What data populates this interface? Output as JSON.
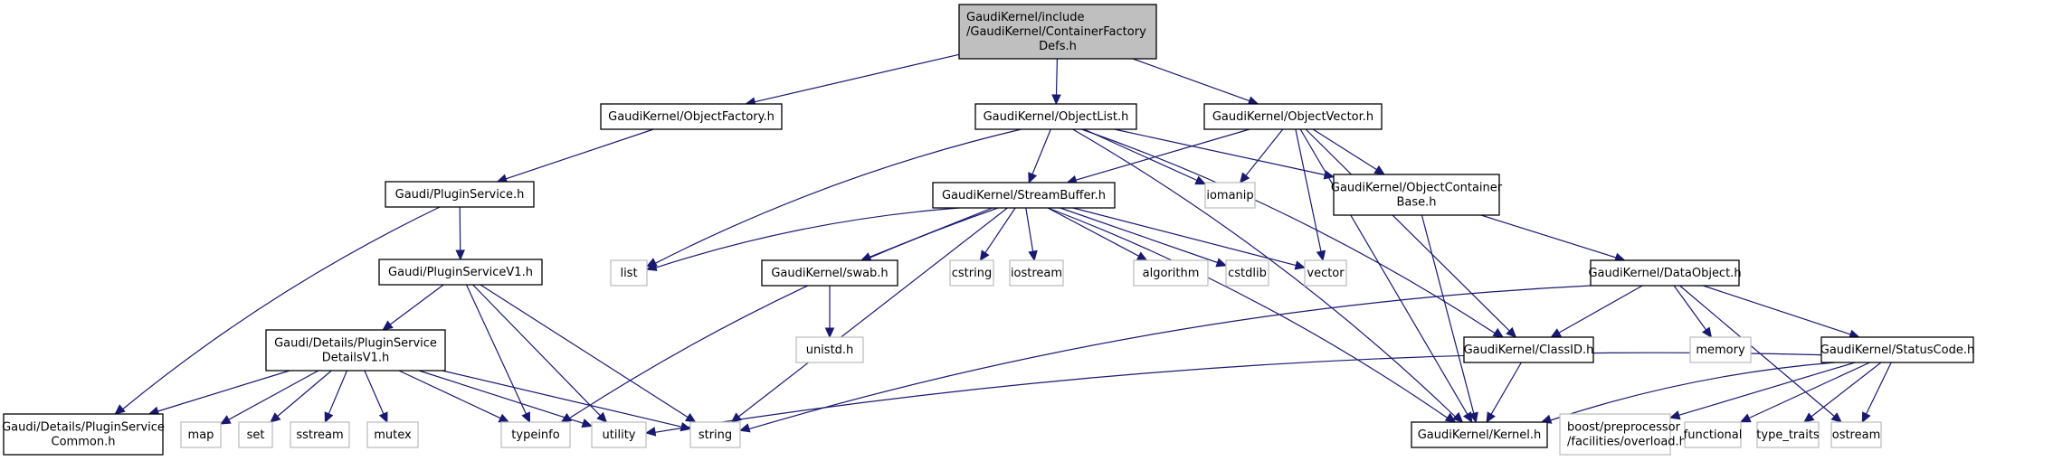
{
  "diagram": {
    "type": "include-dependency-graph",
    "root": "root",
    "nodes": [
      {
        "id": "root",
        "lines": [
          "GaudiKernel/include",
          "/GaudiKernel/ContainerFactory",
          "Defs.h"
        ],
        "kind": "root"
      },
      {
        "id": "objfactory",
        "lines": [
          "GaudiKernel/ObjectFactory.h"
        ],
        "kind": "local"
      },
      {
        "id": "objlist",
        "lines": [
          "GaudiKernel/ObjectList.h"
        ],
        "kind": "local"
      },
      {
        "id": "objvector",
        "lines": [
          "GaudiKernel/ObjectVector.h"
        ],
        "kind": "local"
      },
      {
        "id": "pluginservice",
        "lines": [
          "Gaudi/PluginService.h"
        ],
        "kind": "local"
      },
      {
        "id": "streambuffer",
        "lines": [
          "GaudiKernel/StreamBuffer.h"
        ],
        "kind": "local"
      },
      {
        "id": "iomanip",
        "lines": [
          "iomanip"
        ],
        "kind": "external"
      },
      {
        "id": "objcontainerbase",
        "lines": [
          "GaudiKernel/ObjectContainer",
          "Base.h"
        ],
        "kind": "local"
      },
      {
        "id": "pluginservicev1",
        "lines": [
          "Gaudi/PluginServiceV1.h"
        ],
        "kind": "local"
      },
      {
        "id": "list",
        "lines": [
          "list"
        ],
        "kind": "external"
      },
      {
        "id": "swab",
        "lines": [
          "GaudiKernel/swab.h"
        ],
        "kind": "local"
      },
      {
        "id": "cstring",
        "lines": [
          "cstring"
        ],
        "kind": "external"
      },
      {
        "id": "iostream",
        "lines": [
          "iostream"
        ],
        "kind": "external"
      },
      {
        "id": "algorithm",
        "lines": [
          "algorithm"
        ],
        "kind": "external"
      },
      {
        "id": "cstdlib",
        "lines": [
          "cstdlib"
        ],
        "kind": "external"
      },
      {
        "id": "vector",
        "lines": [
          "vector"
        ],
        "kind": "external"
      },
      {
        "id": "dataobject",
        "lines": [
          "GaudiKernel/DataObject.h"
        ],
        "kind": "local"
      },
      {
        "id": "unistd",
        "lines": [
          "unistd.h"
        ],
        "kind": "external"
      },
      {
        "id": "detailsv1",
        "lines": [
          "Gaudi/Details/PluginService",
          "DetailsV1.h"
        ],
        "kind": "local"
      },
      {
        "id": "classid",
        "lines": [
          "GaudiKernel/ClassID.h"
        ],
        "kind": "local"
      },
      {
        "id": "memory",
        "lines": [
          "memory"
        ],
        "kind": "external"
      },
      {
        "id": "statuscode",
        "lines": [
          "GaudiKernel/StatusCode.h"
        ],
        "kind": "local"
      },
      {
        "id": "common",
        "lines": [
          "Gaudi/Details/PluginService",
          "Common.h"
        ],
        "kind": "local"
      },
      {
        "id": "map",
        "lines": [
          "map"
        ],
        "kind": "external"
      },
      {
        "id": "set",
        "lines": [
          "set"
        ],
        "kind": "external"
      },
      {
        "id": "sstream",
        "lines": [
          "sstream"
        ],
        "kind": "external"
      },
      {
        "id": "mutex",
        "lines": [
          "mutex"
        ],
        "kind": "external"
      },
      {
        "id": "typeinfo",
        "lines": [
          "typeinfo"
        ],
        "kind": "external"
      },
      {
        "id": "utility",
        "lines": [
          "utility"
        ],
        "kind": "external"
      },
      {
        "id": "string",
        "lines": [
          "string"
        ],
        "kind": "external"
      },
      {
        "id": "kernel",
        "lines": [
          "GaudiKernel/Kernel.h"
        ],
        "kind": "local"
      },
      {
        "id": "overload",
        "lines": [
          "boost/preprocessor",
          "/facilities/overload.hpp"
        ],
        "kind": "external"
      },
      {
        "id": "functional",
        "lines": [
          "functional"
        ],
        "kind": "external"
      },
      {
        "id": "type_traits",
        "lines": [
          "type_traits"
        ],
        "kind": "external"
      },
      {
        "id": "ostream",
        "lines": [
          "ostream"
        ],
        "kind": "external"
      }
    ],
    "edges": [
      [
        "root",
        "objfactory"
      ],
      [
        "root",
        "objlist"
      ],
      [
        "root",
        "objvector"
      ],
      [
        "objfactory",
        "pluginservice"
      ],
      [
        "pluginservice",
        "pluginservicev1"
      ],
      [
        "pluginservice",
        "common"
      ],
      [
        "pluginservicev1",
        "detailsv1"
      ],
      [
        "pluginservicev1",
        "typeinfo"
      ],
      [
        "pluginservicev1",
        "utility"
      ],
      [
        "pluginservicev1",
        "string"
      ],
      [
        "detailsv1",
        "common"
      ],
      [
        "detailsv1",
        "map"
      ],
      [
        "detailsv1",
        "set"
      ],
      [
        "detailsv1",
        "sstream"
      ],
      [
        "detailsv1",
        "mutex"
      ],
      [
        "detailsv1",
        "typeinfo"
      ],
      [
        "detailsv1",
        "utility"
      ],
      [
        "detailsv1",
        "string"
      ],
      [
        "objlist",
        "streambuffer"
      ],
      [
        "objlist",
        "list"
      ],
      [
        "objlist",
        "iomanip"
      ],
      [
        "objlist",
        "objcontainerbase"
      ],
      [
        "objlist",
        "classid"
      ],
      [
        "objlist",
        "kernel"
      ],
      [
        "objvector",
        "streambuffer"
      ],
      [
        "objvector",
        "iomanip"
      ],
      [
        "objvector",
        "vector"
      ],
      [
        "objvector",
        "objcontainerbase"
      ],
      [
        "objvector",
        "classid"
      ],
      [
        "objvector",
        "kernel"
      ],
      [
        "streambuffer",
        "list"
      ],
      [
        "streambuffer",
        "swab"
      ],
      [
        "streambuffer",
        "cstring"
      ],
      [
        "streambuffer",
        "iostream"
      ],
      [
        "streambuffer",
        "algorithm"
      ],
      [
        "streambuffer",
        "cstdlib"
      ],
      [
        "streambuffer",
        "vector"
      ],
      [
        "streambuffer",
        "typeinfo"
      ],
      [
        "streambuffer",
        "string"
      ],
      [
        "streambuffer",
        "kernel"
      ],
      [
        "swab",
        "unistd"
      ],
      [
        "objcontainerbase",
        "dataobject"
      ],
      [
        "objcontainerbase",
        "kernel"
      ],
      [
        "dataobject",
        "classid"
      ],
      [
        "dataobject",
        "memory"
      ],
      [
        "dataobject",
        "statuscode"
      ],
      [
        "dataobject",
        "string"
      ],
      [
        "dataobject",
        "ostream"
      ],
      [
        "classid",
        "kernel"
      ],
      [
        "statuscode",
        "kernel"
      ],
      [
        "statuscode",
        "utility"
      ],
      [
        "statuscode",
        "overload"
      ],
      [
        "statuscode",
        "functional"
      ],
      [
        "statuscode",
        "type_traits"
      ],
      [
        "statuscode",
        "ostream"
      ]
    ]
  }
}
